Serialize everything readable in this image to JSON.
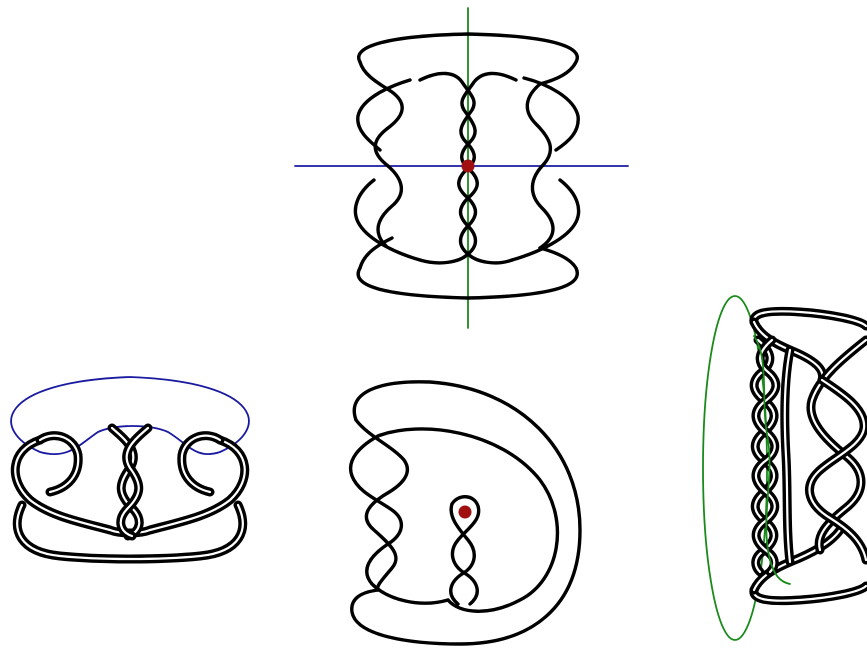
{
  "colors": {
    "strand": "#000000",
    "vertical_axis": "#1a8a1a",
    "horizontal_axis": "#1a1aa0",
    "fixed_point": "#a01010",
    "background": "#ffffff"
  },
  "figures": [
    {
      "id": "top",
      "kind": "knot diagram with two symmetry axes and center point"
    },
    {
      "id": "bottom-left",
      "kind": "doubled knot with blue arc"
    },
    {
      "id": "bottom-middle",
      "kind": "quotient knot with fixed point"
    },
    {
      "id": "bottom-right",
      "kind": "doubled knot with green loop"
    }
  ]
}
